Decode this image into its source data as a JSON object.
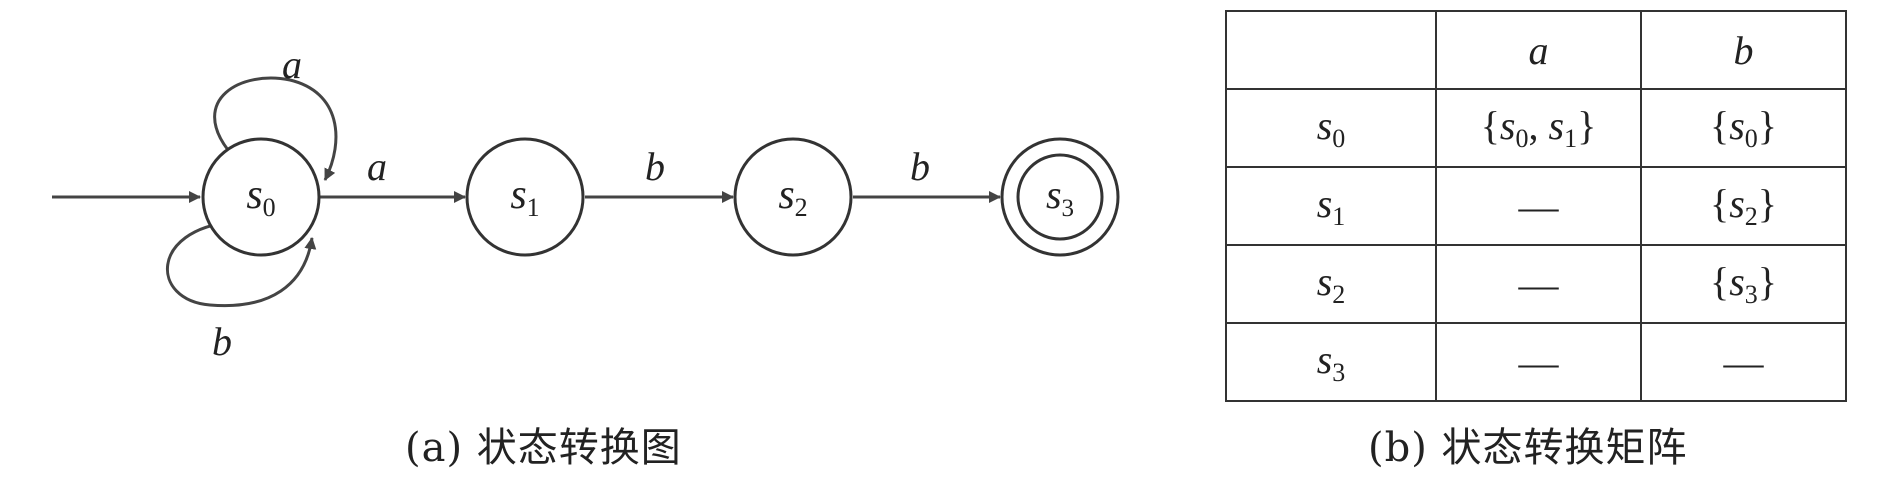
{
  "diagram": {
    "states": [
      {
        "id": "s0",
        "base": "s",
        "sub": "0",
        "accepting": false
      },
      {
        "id": "s1",
        "base": "s",
        "sub": "1",
        "accepting": false
      },
      {
        "id": "s2",
        "base": "s",
        "sub": "2",
        "accepting": false
      },
      {
        "id": "s3",
        "base": "s",
        "sub": "3",
        "accepting": true
      }
    ],
    "start_state": "s0",
    "transitions": [
      {
        "from": "s0",
        "to": "s0",
        "label": "a"
      },
      {
        "from": "s0",
        "to": "s0",
        "label": "b"
      },
      {
        "from": "s0",
        "to": "s1",
        "label": "a"
      },
      {
        "from": "s1",
        "to": "s2",
        "label": "b"
      },
      {
        "from": "s2",
        "to": "s3",
        "label": "b"
      }
    ],
    "caption": "(a) 状态转换图"
  },
  "matrix": {
    "columns": [
      "",
      "a",
      "b"
    ],
    "rows": [
      {
        "state": {
          "base": "s",
          "sub": "0"
        },
        "a": {
          "set": [
            {
              "base": "s",
              "sub": "0"
            },
            {
              "base": "s",
              "sub": "1"
            }
          ]
        },
        "b": {
          "set": [
            {
              "base": "s",
              "sub": "0"
            }
          ]
        }
      },
      {
        "state": {
          "base": "s",
          "sub": "1"
        },
        "a": {
          "dash": "—"
        },
        "b": {
          "set": [
            {
              "base": "s",
              "sub": "2"
            }
          ]
        }
      },
      {
        "state": {
          "base": "s",
          "sub": "2"
        },
        "a": {
          "dash": "—"
        },
        "b": {
          "set": [
            {
              "base": "s",
              "sub": "3"
            }
          ]
        }
      },
      {
        "state": {
          "base": "s",
          "sub": "3"
        },
        "a": {
          "dash": "—"
        },
        "b": {
          "dash": "—"
        }
      }
    ],
    "caption": "(b) 状态转换矩阵"
  }
}
